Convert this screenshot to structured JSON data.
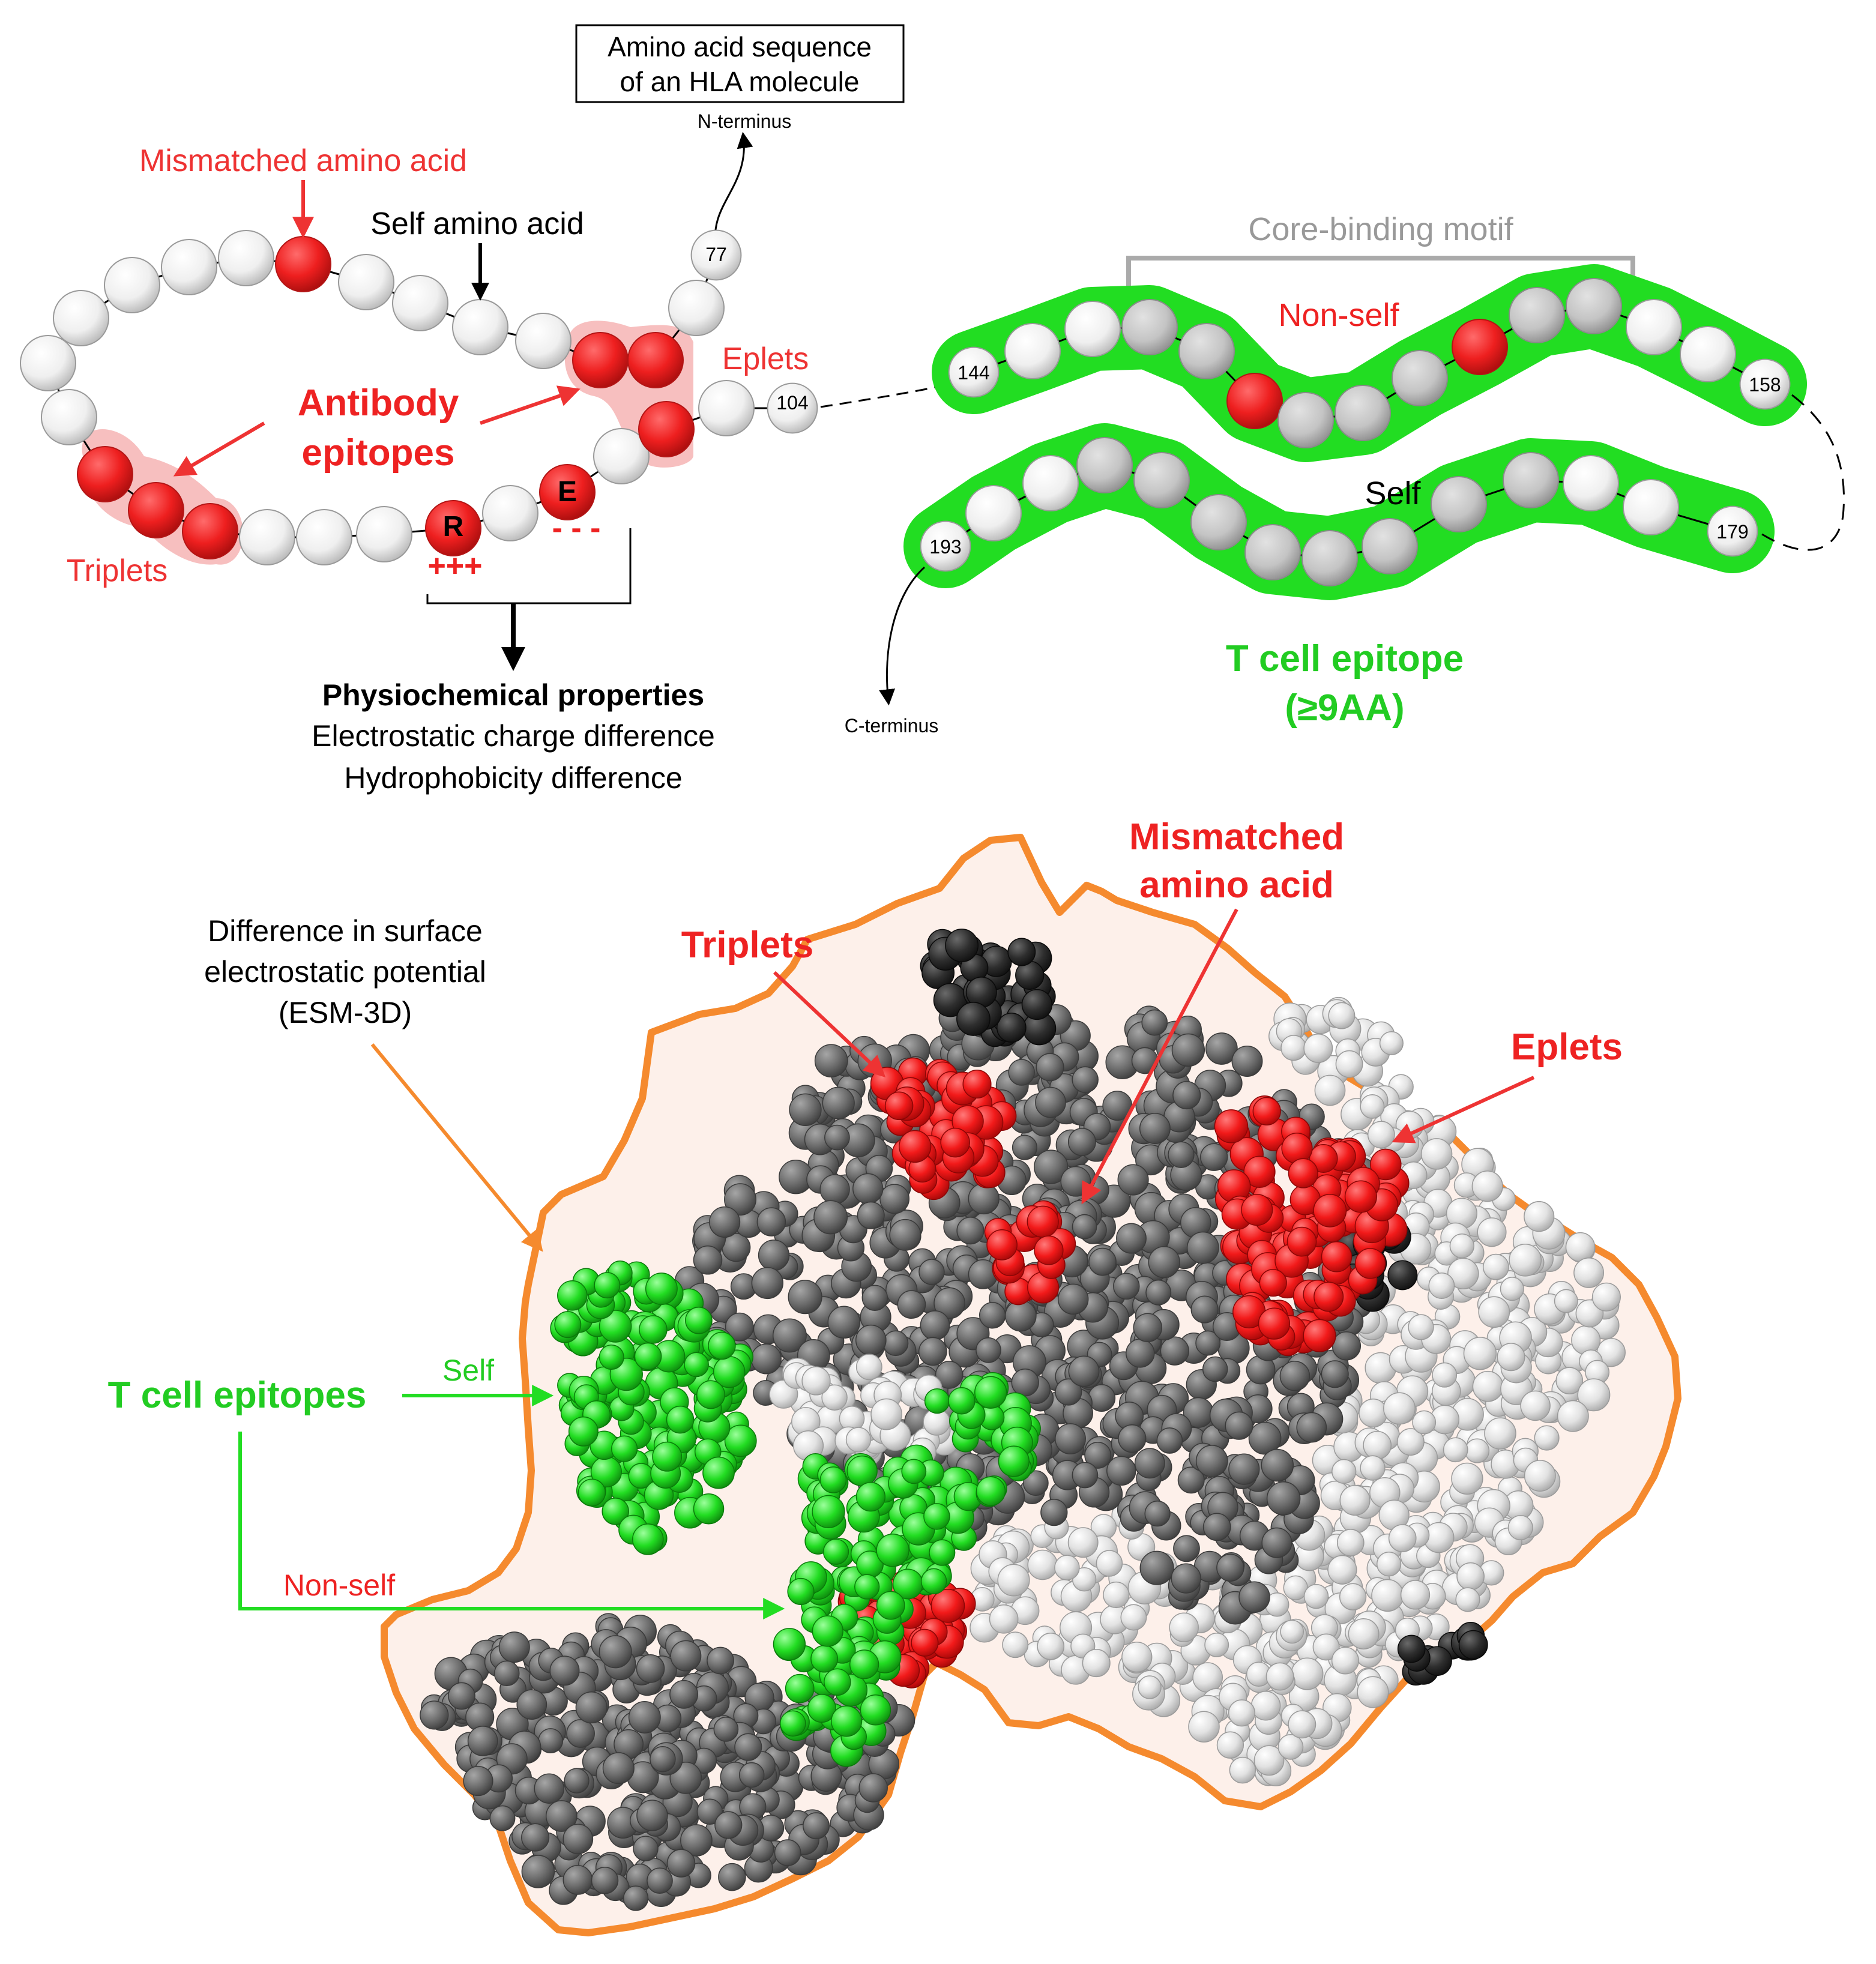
{
  "colors": {
    "mismatch_red": "#ee2222",
    "label_red": "#ee3333",
    "self_white": "#f4f4f4",
    "motif_gray": "#c8c8c8",
    "t_cell_green": "#22dd22",
    "t_cell_text_green": "#22cc22",
    "surface_orange": "#f58a2e",
    "surface_fill": "#fdf0ea",
    "protein_gray": "#6e6e6e",
    "protein_light": "#e4e4e4",
    "protein_dark": "#2e2e2e"
  },
  "top": {
    "sequence_box": {
      "line1": "Amino acid sequence",
      "line2": "of an HLA molecule"
    },
    "n_terminus": "N-terminus",
    "c_terminus": "C-terminus",
    "mismatched_amino_acid": "Mismatched amino acid",
    "self_amino_acid": "Self amino acid",
    "eplets": "Eplets",
    "triplets": "Triplets",
    "antibody_epitopes": {
      "line1": "Antibody",
      "line2": "epitopes"
    },
    "residue_r": "R",
    "residue_e": "E",
    "positive_charges": "+++",
    "negative_charges": "- - -",
    "physiochemical": {
      "title": "Physiochemical properties",
      "line1": "Electrostatic charge difference",
      "line2": "Hydrophobicity difference"
    },
    "positions": {
      "p77": "77",
      "p104": "104",
      "p144": "144",
      "p158": "158",
      "p179": "179",
      "p193": "193"
    },
    "core_binding_motif": "Core-binding motif",
    "non_self": "Non-self",
    "self": "Self",
    "t_cell_epitope": {
      "line1": "T cell epitope",
      "line2": "(≥9AA)"
    }
  },
  "bottom": {
    "surface_label": {
      "line1": "Difference in surface",
      "line2": "electrostatic potential",
      "line3": "(ESM-3D)"
    },
    "triplets": "Triplets",
    "mismatched": {
      "line1": "Mismatched",
      "line2": "amino acid"
    },
    "eplets": "Eplets",
    "t_cell_epitopes": "T cell epitopes",
    "self": "Self",
    "non_self": "Non-self"
  }
}
